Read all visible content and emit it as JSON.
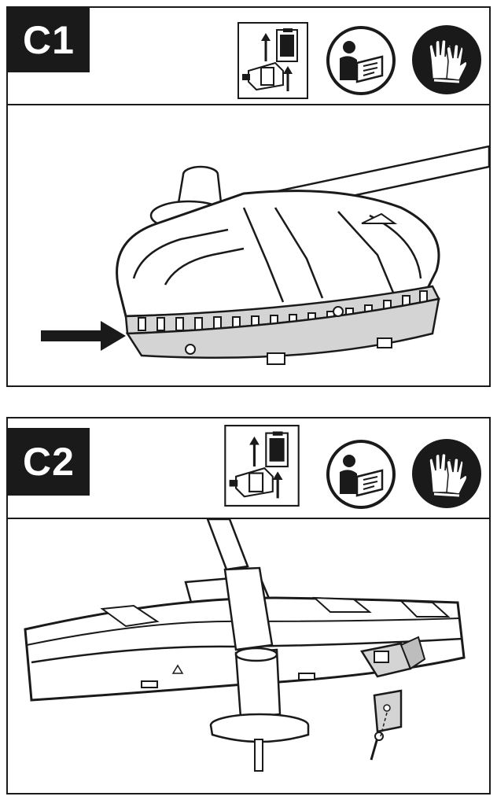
{
  "panels": [
    {
      "id": "c1",
      "step_label": "C1",
      "icons": [
        "unplug-battery-icon",
        "read-manual-icon",
        "wear-gloves-icon"
      ],
      "illustration": "trimmer-guard-underside-with-arrow"
    },
    {
      "id": "c2",
      "step_label": "C2",
      "icons": [
        "unplug-battery-icon",
        "read-manual-icon",
        "wear-gloves-icon"
      ],
      "illustration": "trimmer-guard-with-line-cutter-blade"
    }
  ],
  "colors": {
    "ink": "#1a1a1a",
    "shade": "#d4d4d4",
    "paper": "#ffffff"
  }
}
